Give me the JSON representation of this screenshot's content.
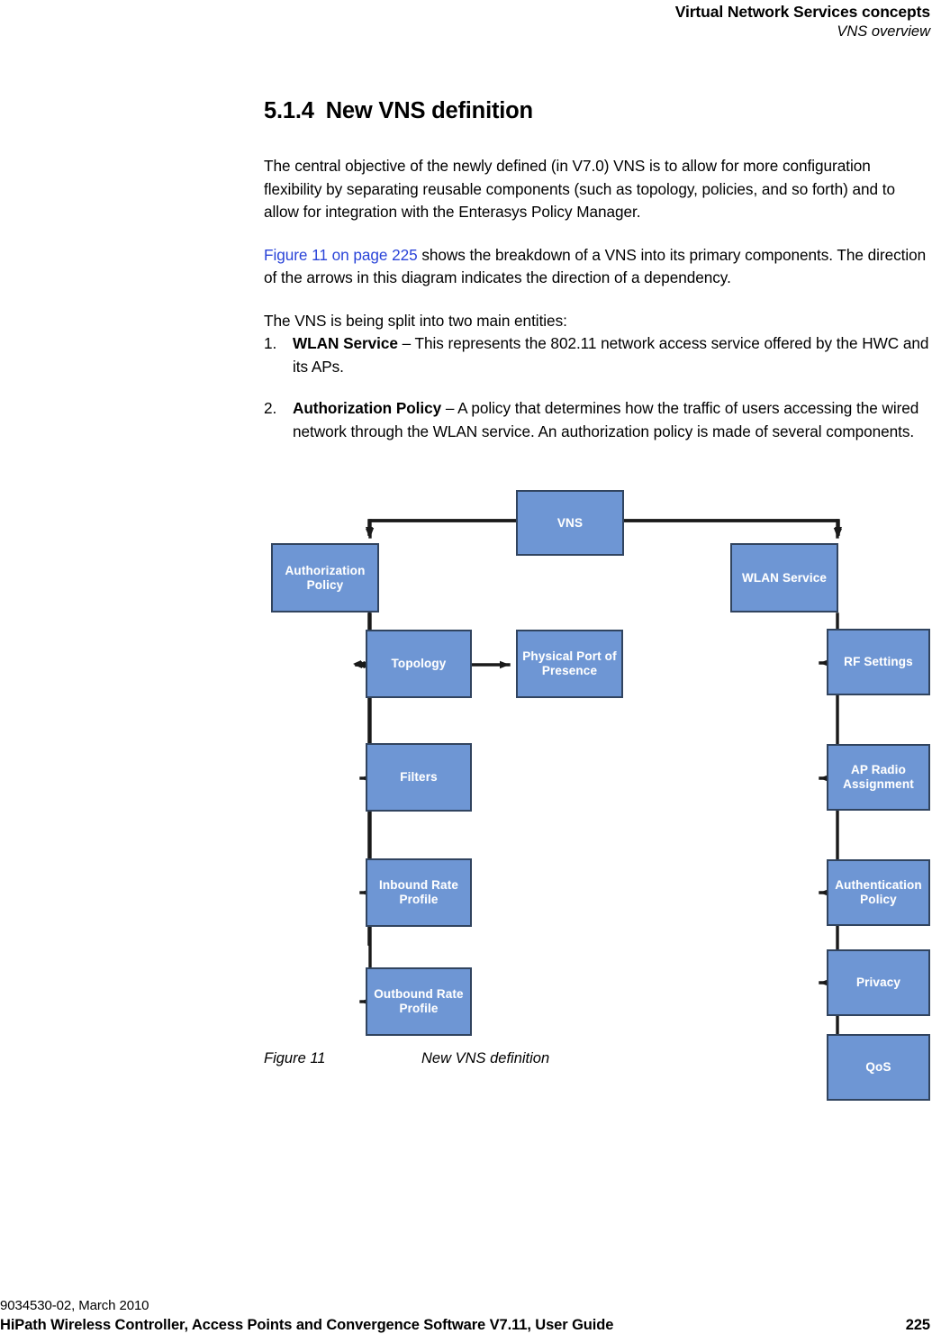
{
  "header": {
    "title": "Virtual Network Services concepts",
    "subtitle": "VNS overview"
  },
  "section": {
    "number": "5.1.4",
    "title": "New VNS definition"
  },
  "paragraphs": {
    "intro": "The central objective of the newly defined (in V7.0) VNS is to allow for more configuration flexibility by separating reusable components (such as topology, policies, and so forth) and to allow for integration with the Enterasys Policy Manager.",
    "xref_link": "Figure 11 on page 225",
    "xref_rest": " shows the breakdown of a VNS into its primary components. The direction of the arrows in this diagram indicates the direction of a dependency.",
    "split": "The VNS is being split into two main entities:"
  },
  "entities": [
    {
      "marker": "1.",
      "term": "WLAN Service",
      "description": " – This represents the 802.11 network access service offered by the HWC and its APs."
    },
    {
      "marker": "2.",
      "term": "Authorization Policy",
      "description": " – A policy that determines how the traffic of users accessing the wired network through the WLAN service. An authorization policy is made of several components."
    }
  ],
  "figure": {
    "label": "Figure 11",
    "title": "New VNS definition",
    "node_fill": "#6e96d4",
    "node_stroke": "#31445f",
    "connector_color": "#1a1a1a",
    "nodes": {
      "vns": "VNS",
      "authorization_policy": "Authorization Policy",
      "wlan_service": "WLAN Service",
      "topology": "Topology",
      "physical_port": "Physical Port of Presence",
      "filters": "Filters",
      "inbound_rate": "Inbound Rate Profile",
      "outbound_rate": "Outbound Rate Profile",
      "rf_settings": "RF Settings",
      "ap_radio": "AP Radio Assignment",
      "authentication_policy": "Authentication Policy",
      "privacy": "Privacy",
      "qos": "QoS"
    }
  },
  "footer": {
    "doc_id": "9034530-02, March 2010",
    "product": "HiPath Wireless Controller, Access Points and Convergence Software V7.11, User Guide",
    "page_number": "225"
  }
}
